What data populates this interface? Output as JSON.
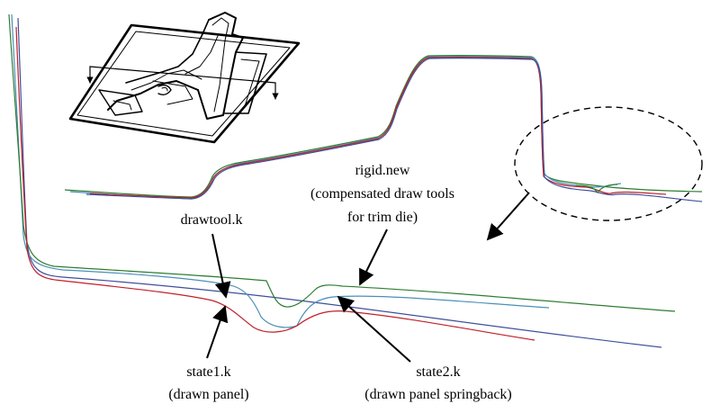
{
  "labels": {
    "rigid_line1": "rigid.new",
    "rigid_line2": "(compensated draw tools",
    "rigid_line3": "for trim die)",
    "drawtool": "drawtool.k",
    "state1_line1": "state1.k",
    "state1_line2": "(drawn panel)",
    "state2_line1": "state2.k",
    "state2_line2": "(drawn panel springback)"
  },
  "colors": {
    "rigid": "#2e7d32",
    "drawtool": "#4a90b8",
    "state1": "#c0202a",
    "state2": "#3f4f9a",
    "annotation": "#000000"
  },
  "icons": {
    "inset": "stamped-part-3d-sketch",
    "zoom": "dashed-zoom-ellipse"
  }
}
